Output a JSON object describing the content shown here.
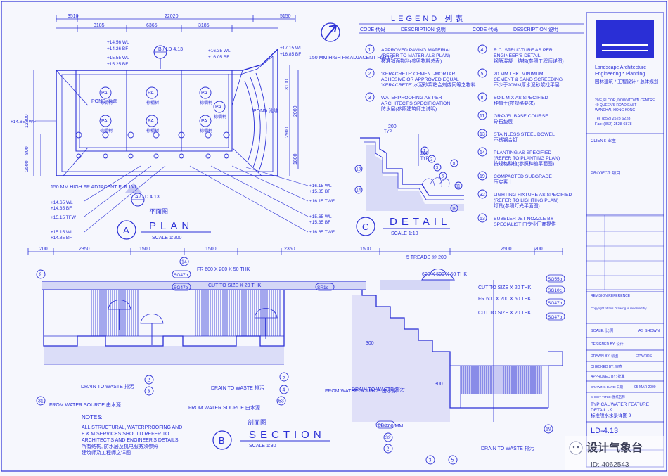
{
  "legend": {
    "title": "LEGEND 列表",
    "header_code": "CODE 代码",
    "header_desc": "DESCRIPTION 说明",
    "left": [
      {
        "code": "1",
        "lines": [
          "APPROVED PAVING MATERIAL",
          "(REFER TO MATERIALS PLAN)",
          "核准铺面物料(参照物料总表)"
        ]
      },
      {
        "code": "2",
        "lines": [
          "'KERACRETE' CEMENT-MORTAR",
          "ADHESIVE OR APPROVED EQUAL",
          "'KERACRETE' 水泥砂浆粘合剂或同等之物料"
        ]
      },
      {
        "code": "3",
        "lines": [
          "WATERPROOFING AS PER",
          "ARCHITECT'S SPECIFICATION",
          "防水层(参照建筑师之说明)"
        ]
      }
    ],
    "right": [
      {
        "code": "4",
        "lines": [
          "R.C. STRUCTURE AS PER",
          "ENGINEER'S DETAIL",
          "钢筋混凝土结构(参照工程师详图)"
        ]
      },
      {
        "code": "5",
        "lines": [
          "20 MM THK. MINIMUM",
          "CEMENT & SAND SCREEDING",
          "不少于20MM厚水泥砂浆找平层"
        ]
      },
      {
        "code": "8",
        "lines": [
          "SOIL MIX AS SPECIFIED",
          "种植土(按规格要求)"
        ]
      },
      {
        "code": "11",
        "lines": [
          "GRAVEL BASE COURSE",
          "碎石垫层"
        ]
      },
      {
        "code": "13",
        "lines": [
          "STAINLESS STEEL DOWEL",
          "不锈钢合钉"
        ]
      },
      {
        "code": "14",
        "lines": [
          "PLANTING AS SPECIFIED",
          "(REFER TO PLANTING PLAN)",
          "按规格种植(参照种植平面图)"
        ]
      },
      {
        "code": "19",
        "lines": [
          "COMPACTED SUBGRADE",
          "压实素土"
        ]
      },
      {
        "code": "32",
        "lines": [
          "LIGHTING FIXTURE AS SPECIFIED",
          "(REFER TO LIGHTING PLAN)",
          "灯具(参照灯光平面图)"
        ]
      },
      {
        "code": "53",
        "lines": [
          "BUBBLER JET NOZZLE BY",
          "SPECIALIST 由专业厂商提供"
        ]
      }
    ]
  },
  "plan": {
    "letter": "A",
    "title": "PLAN",
    "title_cn": "平面图",
    "scale": "SCALE 1:200",
    "dims_top": [
      "3510",
      "22020",
      "5150"
    ],
    "dims_sub": [
      "3185",
      "6365",
      "3185"
    ],
    "dims_left": [
      "12800",
      "2500",
      "800"
    ],
    "dims_right": [
      "3100",
      "2900",
      "2000",
      "1800"
    ],
    "levels_left": [
      "+14.56 WL",
      "+14.26 BF",
      "+15.55 WL",
      "+15.25 BF",
      "+14.65 TWF"
    ],
    "levels_right": [
      "+16.35 WL",
      "+16.05 BF",
      "+17.15 WL",
      "+16.85 BF"
    ],
    "levels_bottom_left": [
      "+14.65 WL",
      "+14.35 BF",
      "+15.15 TFW",
      "+15.15 WL",
      "+14.85 BF"
    ],
    "levels_bottom_right": [
      "+16.15 WL",
      "+15.85 BF",
      "+16.15 TWF",
      "+15.65 WL",
      "+15.35 BF",
      "+16.65 TWF"
    ],
    "note_top": "150 MM HIGH FR ADJACENT FLR LVL",
    "note_left": "150 MM HIGH FR ADJACENT FLR LVL",
    "pond_left": "POND 池塘",
    "pond_right": "POND 池塘",
    "pa_label": "PA",
    "pa_cn": "棕榈树",
    "section_tag_top": "B / LD 4.13",
    "section_tag_bottom": "A / LD 4.13"
  },
  "detail": {
    "letter": "C",
    "title": "DETAIL",
    "scale": "SCALE 1:10",
    "dims": [
      "200",
      "TYP.",
      "200",
      "TYP."
    ],
    "codes": [
      "1",
      "2",
      "3",
      "5",
      "8",
      "11",
      "13",
      "14",
      "19"
    ]
  },
  "section": {
    "letter": "B",
    "title": "SECTION",
    "title_cn": "剖面图",
    "scale": "SCALE 1:30",
    "dims_top": [
      "200",
      "2350",
      "1500",
      "1500",
      "2350",
      "1500",
      "2500",
      "200"
    ],
    "treads": "5 TREADS @ 200",
    "callouts": [
      "FR 600 X 200 X 50 THK",
      "CUT TO SIZE X 20 THK",
      "600 X 500 X 50 THK",
      "CUT TO SIZE X 20 THK",
      "FR 600 X 200 X 50 THK",
      "CUT TO SIZE X 20 THK"
    ],
    "tags": [
      "SG47b",
      "SG47b",
      "SR1c",
      "SG55b",
      "SG10c",
      "SG47b",
      "SG47b",
      "SR1c"
    ],
    "drain_label": "DRAIN TO WASTE 排污",
    "from_water": "FROM WATER SOURCE 由水源",
    "dim_depth": "75~100 MM",
    "dim_side": [
      "300",
      "300"
    ],
    "notes_title": "NOTES:",
    "notes": [
      "ALL STRUCTURAL, WATERPROOFING AND",
      "E & M SERVICES SHOULD REFER TO",
      "ARCHITECT'S AND ENGINEER'S DETAILS.",
      "所有结构, 防水层及机电服务须参照",
      "建筑师及工程师之详图"
    ],
    "codes": [
      "9",
      "14",
      "2",
      "3",
      "5",
      "4",
      "31",
      "53",
      "32",
      "2",
      "3",
      "5",
      "19"
    ]
  },
  "titleblock": {
    "firm_en": "Landscape Architecture Engineering * Planning",
    "firm_cn": "园林建筑 * 工程设计 * 总体规划",
    "address": [
      "20/F, FLOOR, DOWNTOWN CENTRE",
      "40 QUEEN'S ROAD EAST",
      "WANCHAI, HONG KONG"
    ],
    "tel": "Tel: (852) 2528 6228",
    "fax": "Fax: (852) 2528 6878",
    "client": "CLIENT: 业主",
    "project": "PROJECT: 项目",
    "revision_ref": "REVISION REFERENCE",
    "copyright": "Copyright of this Drawing is reserved by",
    "scale": "SCALE: 比例",
    "scale_value": "AS SHOWN",
    "designed_by": "DESIGNED BY: 设计",
    "drawn_by": "DRAWN BY: 绘图",
    "drawn_value": "ETW/RRS",
    "checked_by": "CHECKED BY: 审查",
    "approved_by": "APPROVED BY: 批准",
    "drawing_date": "DRAWING DATE: 日期",
    "date_value": "05 MAR 2000",
    "sheet_title": "SHEET TITLE: 图纸名称",
    "title_lines": [
      "TYPICAL WATER FEATURE",
      "DETAIL - 9",
      "标准喷水水景详图 9"
    ],
    "drawing_no": "LD-4.13"
  },
  "watermark": "设计气象台",
  "watermark_sub": "ID: 4062543"
}
